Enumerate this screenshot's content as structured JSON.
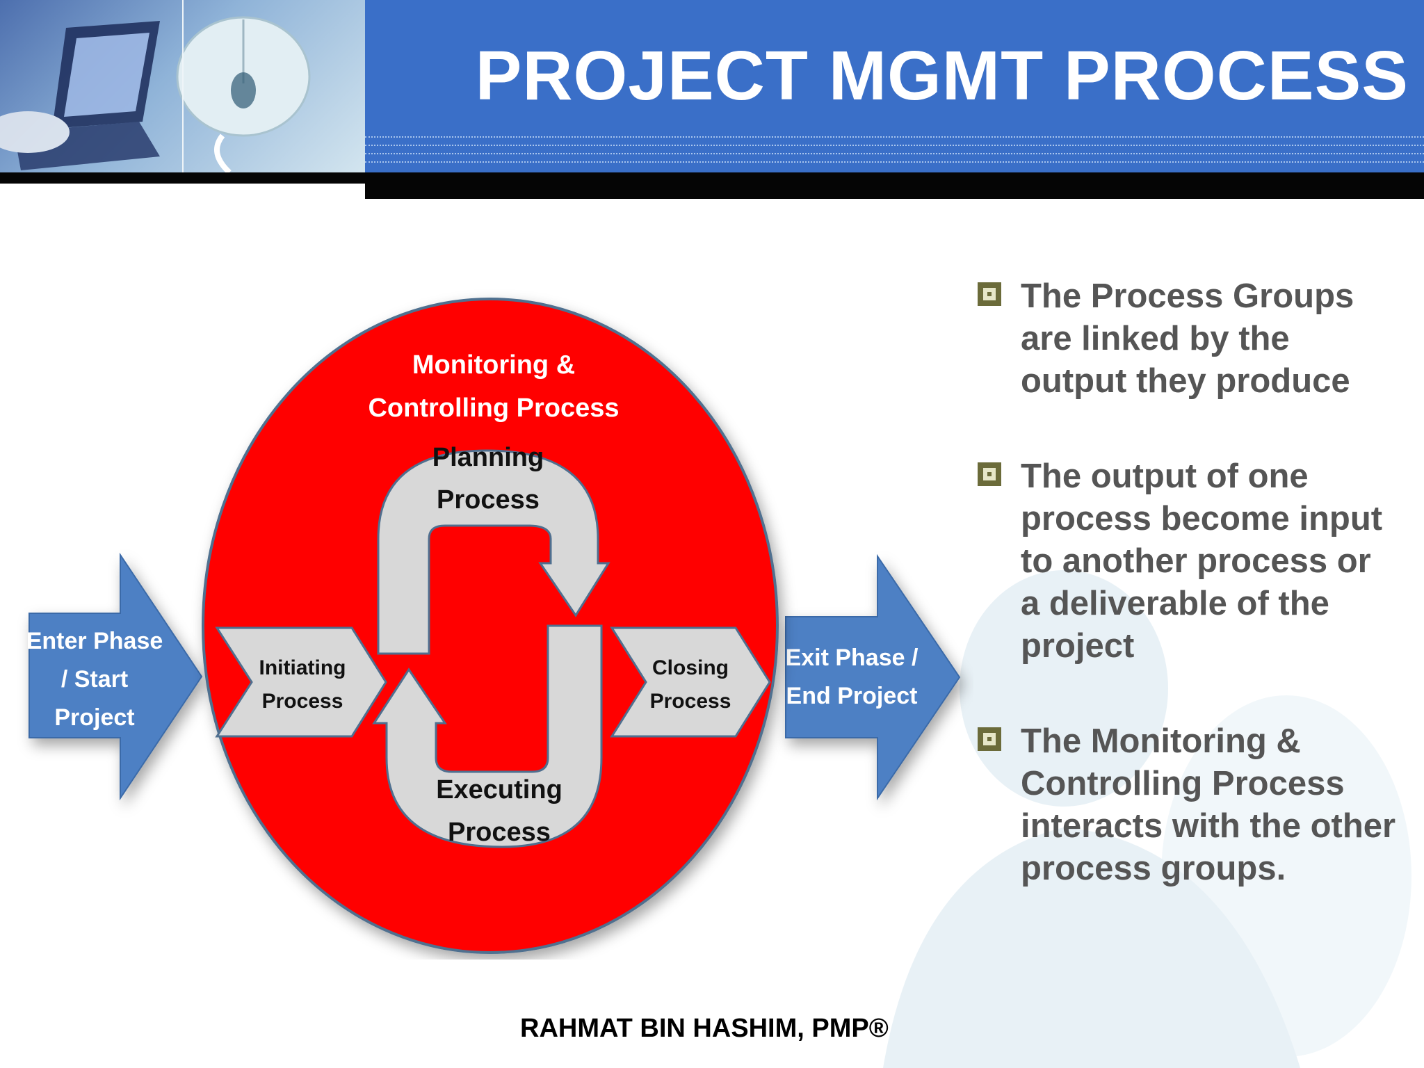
{
  "header": {
    "title": "PROJECT MGMT PROCESS"
  },
  "diagram": {
    "monitoring": [
      "Monitoring &",
      "Controlling Process"
    ],
    "planning": [
      "Planning",
      "Process"
    ],
    "executing": [
      "Executing",
      "Process"
    ],
    "initiating": [
      "Initiating",
      "Process"
    ],
    "closing": [
      "Closing",
      "Process"
    ],
    "enter": [
      "Enter Phase",
      "/ Start",
      "Project"
    ],
    "exit": [
      "Exit Phase /",
      "End Project"
    ]
  },
  "bullets": [
    "The Process Groups are linked by the output they produce",
    "The output of one process become input to another process or a deliverable of the project",
    "The Monitoring & Controlling Process interacts with the other process groups."
  ],
  "footer": {
    "author": "RAHMAT BIN HASHIM, PMP®"
  },
  "colors": {
    "header_blue": "#3a6fc8",
    "circle_red": "#ff0000",
    "arrow_blue": "#4d80c4",
    "arrow_grey": "#d8d8d8",
    "text_grey": "#555555"
  }
}
